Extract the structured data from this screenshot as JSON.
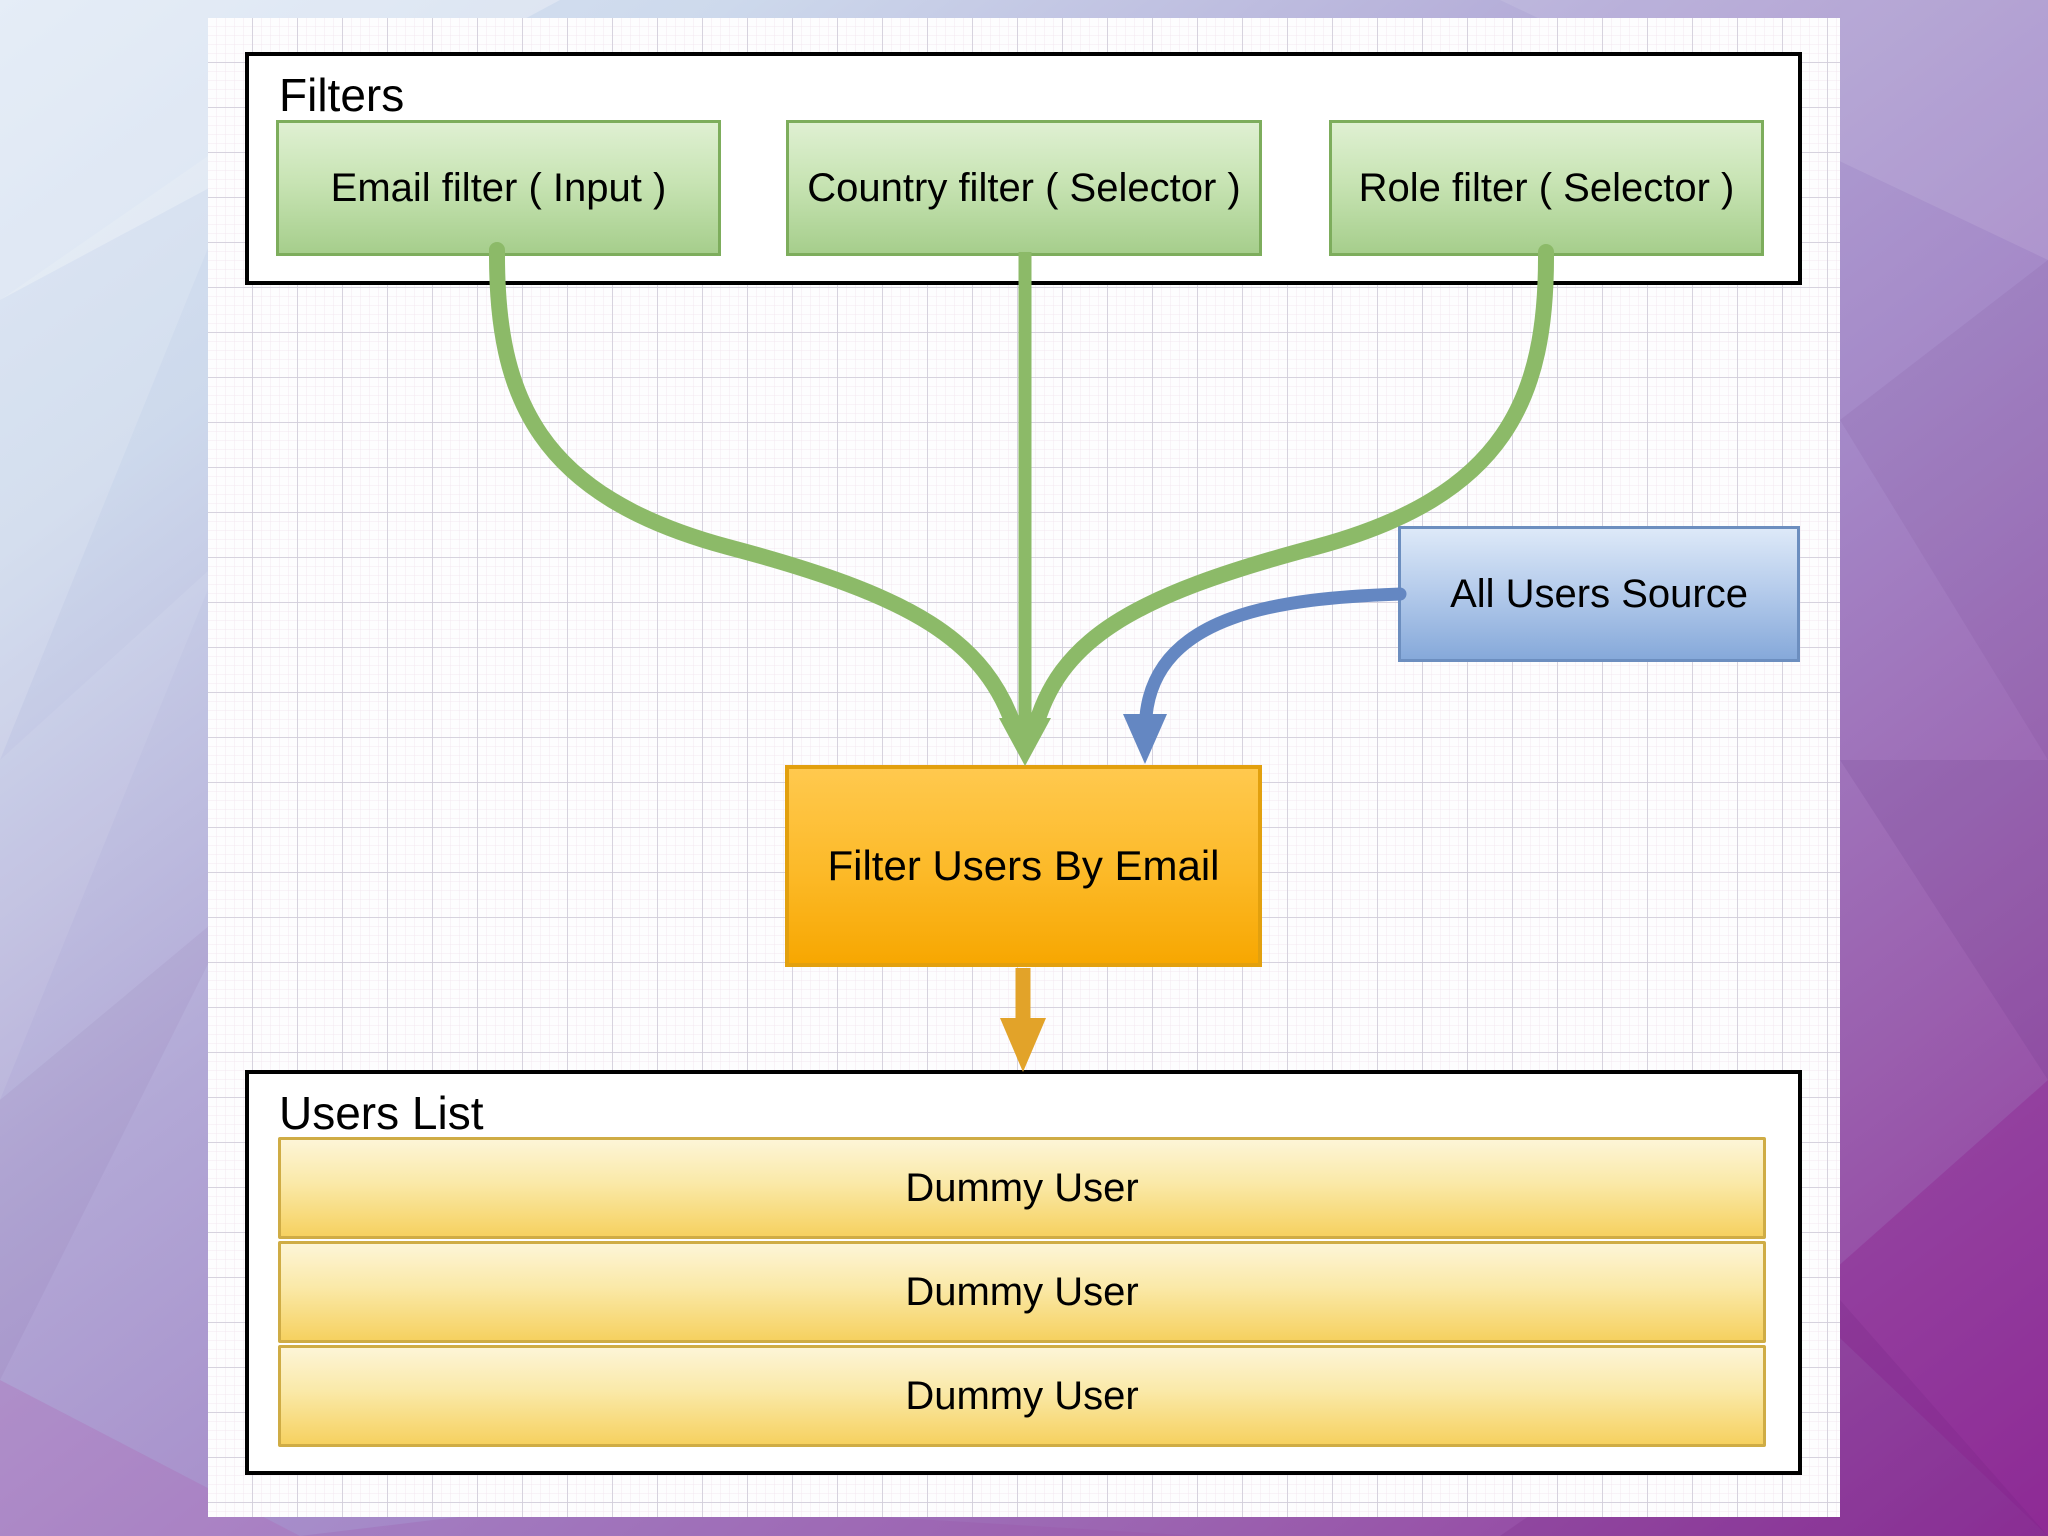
{
  "diagram": {
    "filters_group": {
      "label": "Filters",
      "nodes": [
        {
          "label": "Email filter ( Input )"
        },
        {
          "label": "Country filter ( Selector )"
        },
        {
          "label": "Role filter ( Selector )"
        }
      ]
    },
    "source_node": {
      "label": "All Users Source"
    },
    "process_node": {
      "label": "Filter Users By Email"
    },
    "users_group": {
      "label": "Users List",
      "rows": [
        {
          "label": "Dummy User"
        },
        {
          "label": "Dummy User"
        },
        {
          "label": "Dummy User"
        }
      ]
    },
    "colors": {
      "filter_arrow_green": "#8cba68",
      "source_arrow_blue": "#6487c2",
      "result_arrow_orange": "#e2a329",
      "green_node_border": "#7dad5c",
      "blue_node_border": "#6c8ebf",
      "orange_node_border": "#e2a00e",
      "yellow_row_border": "#cfac45",
      "container_border": "#000000",
      "backdrop_top_left": "#dbe6f4",
      "backdrop_bottom_right": "#8f3098"
    }
  }
}
